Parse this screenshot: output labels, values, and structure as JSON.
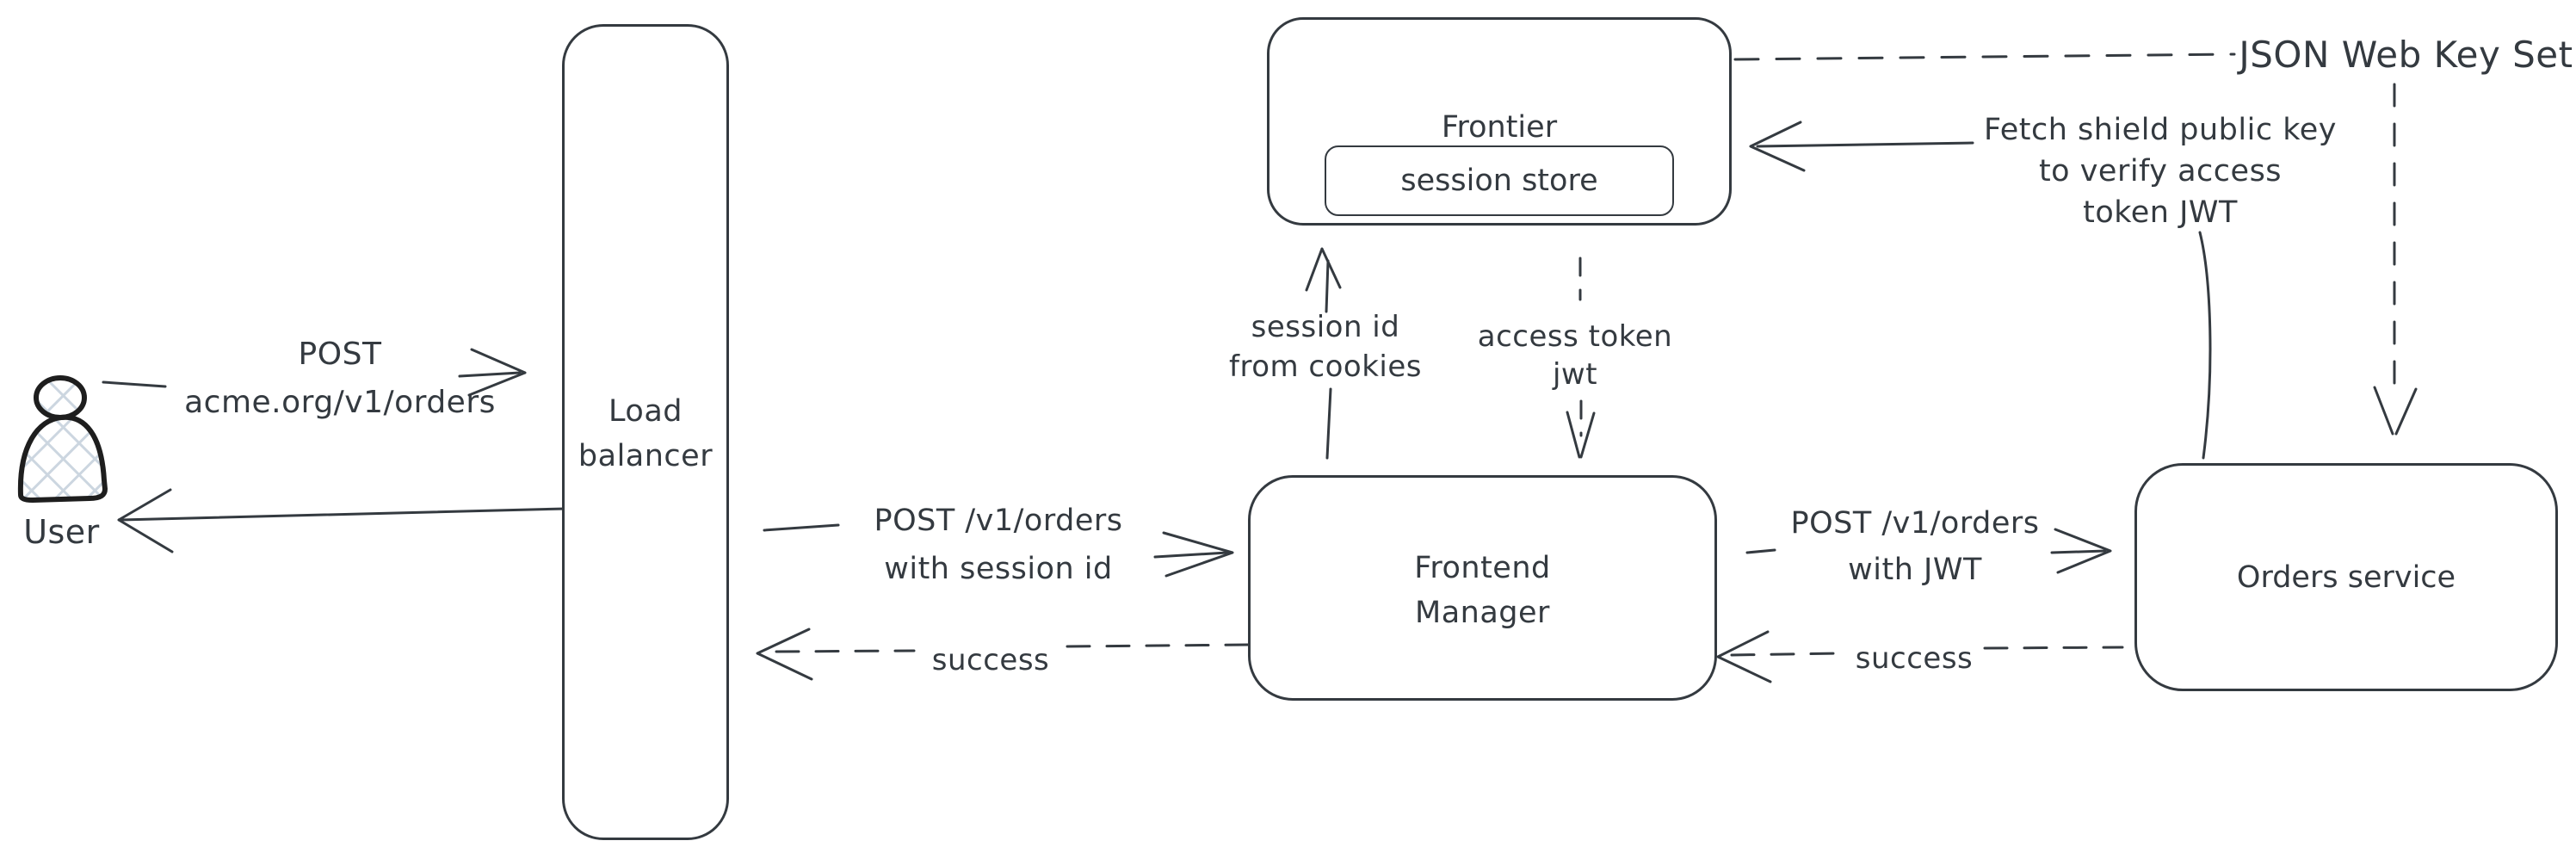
{
  "diagram": {
    "type": "whiteboard-architecture-diagram",
    "background_color": "#ffffff",
    "stroke_color": "#343a40",
    "actor_stroke_color": "#1e1e1e",
    "actor_hatch_color": "#ccd6e0",
    "actor": {
      "label": "User"
    },
    "nodes": {
      "load_balancer": {
        "label_line1": "Load",
        "label_line2": "balancer"
      },
      "frontier": {
        "label": "Frontier",
        "session_store_label": "session store"
      },
      "frontend_manager": {
        "label_line1": "Frontend",
        "label_line2": "Manager"
      },
      "orders_service": {
        "label": "Orders service"
      }
    },
    "edges": {
      "user_to_lb": {
        "style": "solid",
        "label_line1": "POST",
        "label_line2": "acme.org/v1/orders"
      },
      "lb_to_user": {
        "style": "solid",
        "label": ""
      },
      "lb_to_fm": {
        "style": "solid",
        "label_line1": "POST /v1/orders",
        "label_line2": "with session id"
      },
      "fm_to_lb_success": {
        "style": "dashed",
        "label": "success"
      },
      "fm_to_frontier": {
        "style": "solid",
        "label_line1": "session id",
        "label_line2": "from cookies"
      },
      "frontier_to_fm": {
        "style": "dashed",
        "label_line1": "access token",
        "label_line2": "jwt"
      },
      "fm_to_os": {
        "style": "solid",
        "label_line1": "POST /v1/orders",
        "label_line2": "with JWT"
      },
      "os_to_fm_success": {
        "style": "dashed",
        "label": "success"
      },
      "jwks": {
        "style": "dashed",
        "label": "JSON Web Key Set"
      },
      "fetch_note": {
        "style": "solid",
        "label_line1": "Fetch shield public key",
        "label_line2": "to verify access",
        "label_line3": "token JWT"
      }
    }
  }
}
